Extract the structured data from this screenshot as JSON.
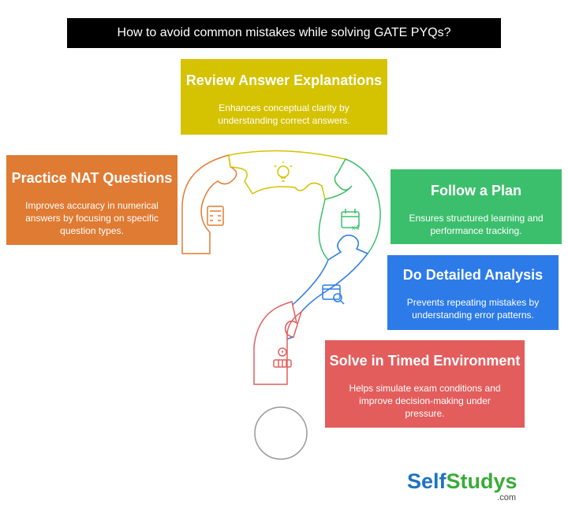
{
  "header": {
    "title": "How to avoid common mistakes while solving GATE PYQs?"
  },
  "cards": {
    "review": {
      "title": "Review Answer Explanations",
      "desc": "Enhances conceptual clarity by understanding correct answers.",
      "color": "#d5c200",
      "icon": "lightbulb-icon"
    },
    "practice": {
      "title": "Practice NAT Questions",
      "desc": "Improves accuracy in numerical answers by focusing on specific question types.",
      "color": "#e07b33",
      "icon": "calculator-icon"
    },
    "plan": {
      "title": "Follow a Plan",
      "desc": "Ensures structured learning and performance tracking.",
      "color": "#3cbf6d",
      "icon": "calendar-icon"
    },
    "analysis": {
      "title": "Do Detailed Analysis",
      "desc": "Prevents repeating mistakes by understanding error patterns.",
      "color": "#2c7be8",
      "icon": "magnifier-icon"
    },
    "timed": {
      "title": "Solve in Timed Environment",
      "desc": "Helps simulate exam conditions and improve decision-making under pressure.",
      "color": "#e35d5d",
      "icon": "timer-icon"
    }
  },
  "logo": {
    "part1": "Self",
    "part2": "Studys",
    "suffix": ".com"
  }
}
